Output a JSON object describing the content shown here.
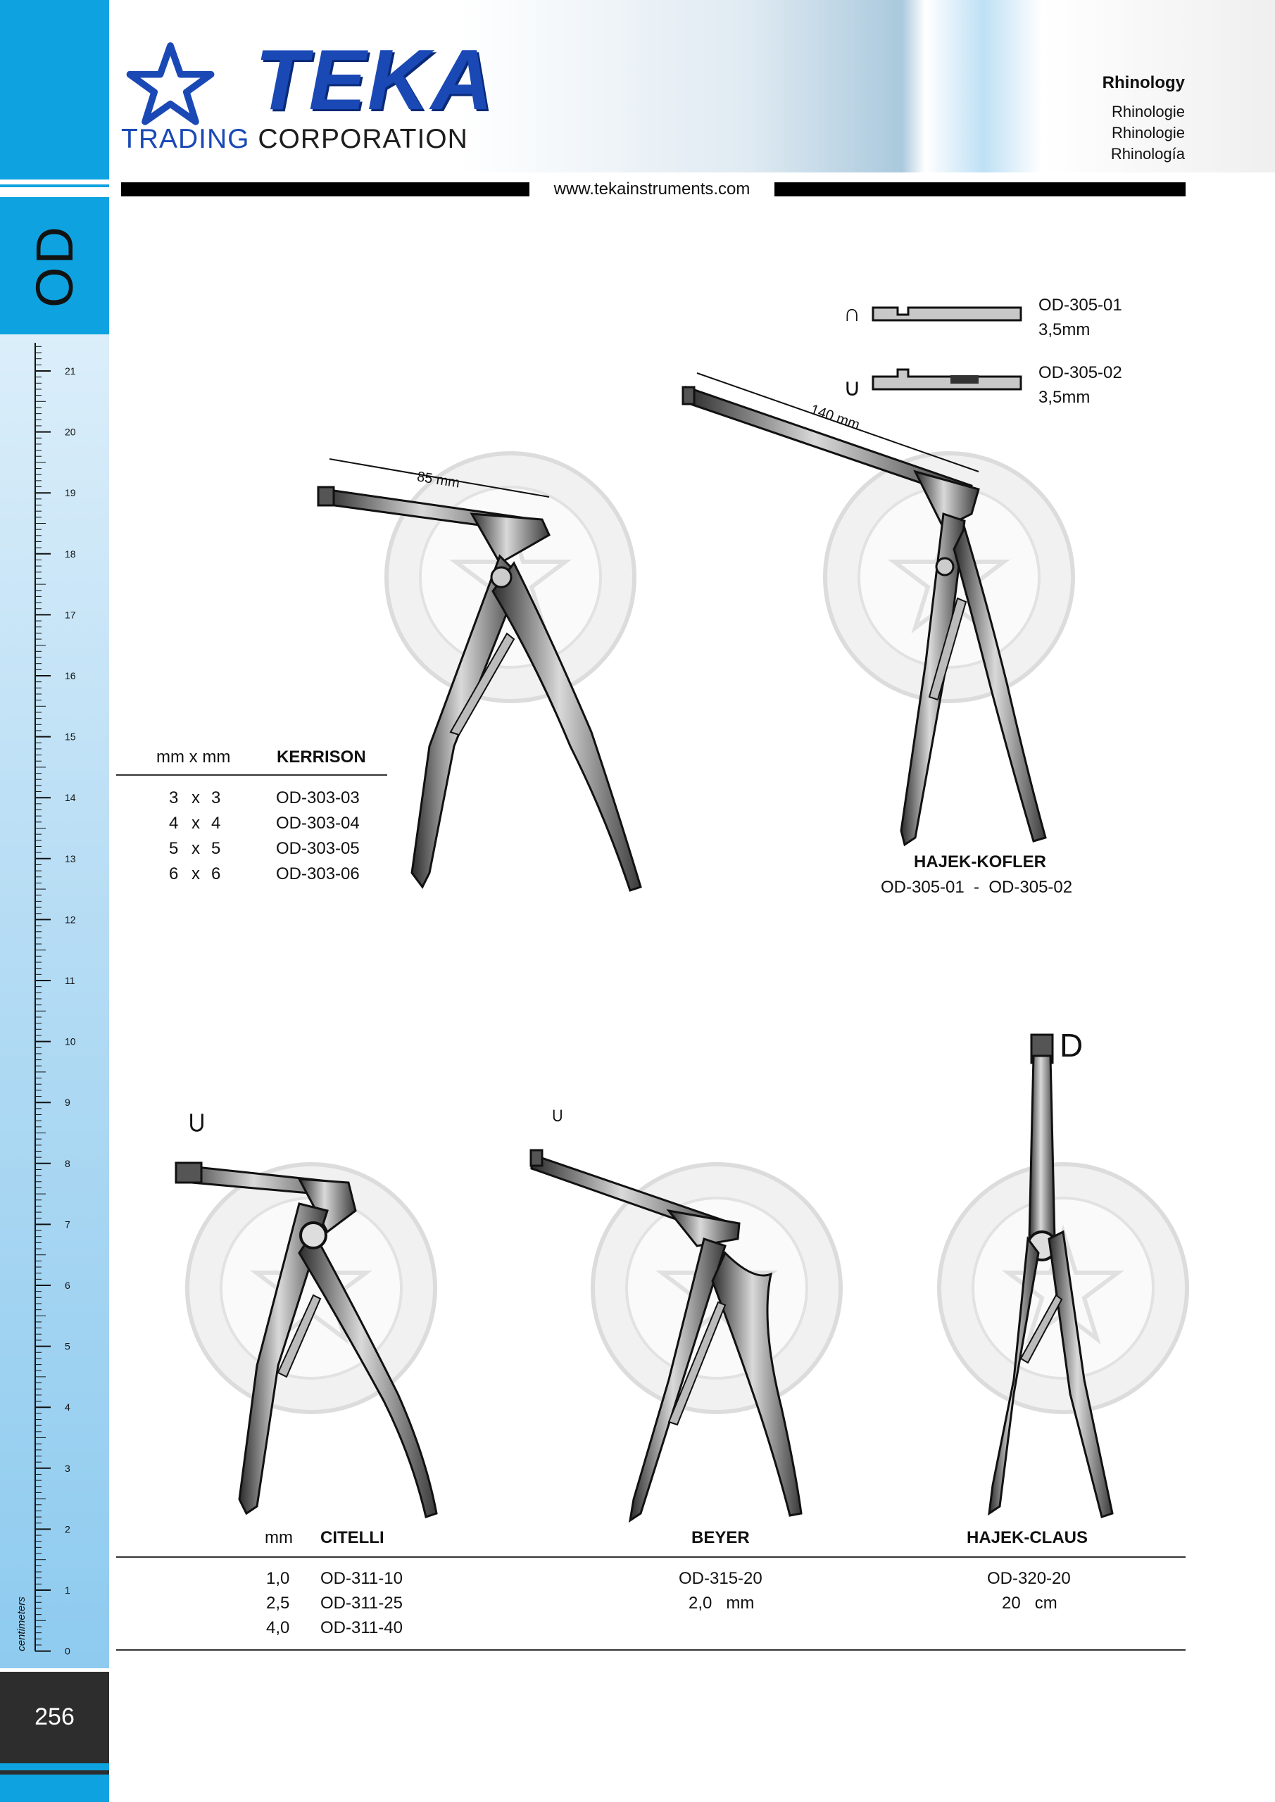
{
  "brand": {
    "name": "TEKA",
    "subtitle_left": "TRADING",
    "subtitle_right": "CORPORATION",
    "color": "#1a49b6"
  },
  "header": {
    "section_title": "Rhinology",
    "translations": [
      "Rhinologie",
      "Rhinologie",
      "Rhinología"
    ],
    "website": "www.tekainstruments.com"
  },
  "sidebar": {
    "section_code": "OD",
    "ruler_unit": "centimeters",
    "ruler_labels": [
      "21",
      "20",
      "19",
      "18",
      "17",
      "16",
      "15",
      "14",
      "13",
      "12",
      "11",
      "10",
      "9",
      "8",
      "7",
      "6",
      "5",
      "4",
      "3",
      "2",
      "1",
      "0"
    ],
    "page_number": "256",
    "accent_color": "#0ea3e0"
  },
  "kerrison": {
    "header_size": "mm x mm",
    "header_name": "KERRISON",
    "dimension_label": "85 mm",
    "rows": [
      {
        "a": "3",
        "x": "x",
        "b": "3",
        "code": "OD-303-03"
      },
      {
        "a": "4",
        "x": "x",
        "b": "4",
        "code": "OD-303-04"
      },
      {
        "a": "5",
        "x": "x",
        "b": "5",
        "code": "OD-303-05"
      },
      {
        "a": "6",
        "x": "x",
        "b": "6",
        "code": "OD-303-06"
      }
    ]
  },
  "hajek_kofler": {
    "name": "HAJEK-KOFLER",
    "codes": "OD-305-01  -  OD-305-02",
    "dimension_label": "140 mm",
    "variants": [
      {
        "code": "OD-305-01",
        "size": "3,5mm",
        "symbol": "∩"
      },
      {
        "code": "OD-305-02",
        "size": "3,5mm",
        "symbol": "∪"
      }
    ]
  },
  "bottom_table": {
    "mm_header": "mm",
    "citelli": {
      "name": "CITELLI",
      "symbol": "⊂",
      "rows": [
        {
          "mm": "1,0",
          "code": "OD-311-10"
        },
        {
          "mm": "2,5",
          "code": "OD-311-25"
        },
        {
          "mm": "4,0",
          "code": "OD-311-40"
        }
      ]
    },
    "beyer": {
      "name": "BEYER",
      "symbol": "⊂",
      "code": "OD-315-20",
      "size": "2,0   mm"
    },
    "hajek_claus": {
      "name": "HAJEK-CLAUS",
      "symbol": "D",
      "code": "OD-320-20",
      "size": "20   cm"
    }
  }
}
